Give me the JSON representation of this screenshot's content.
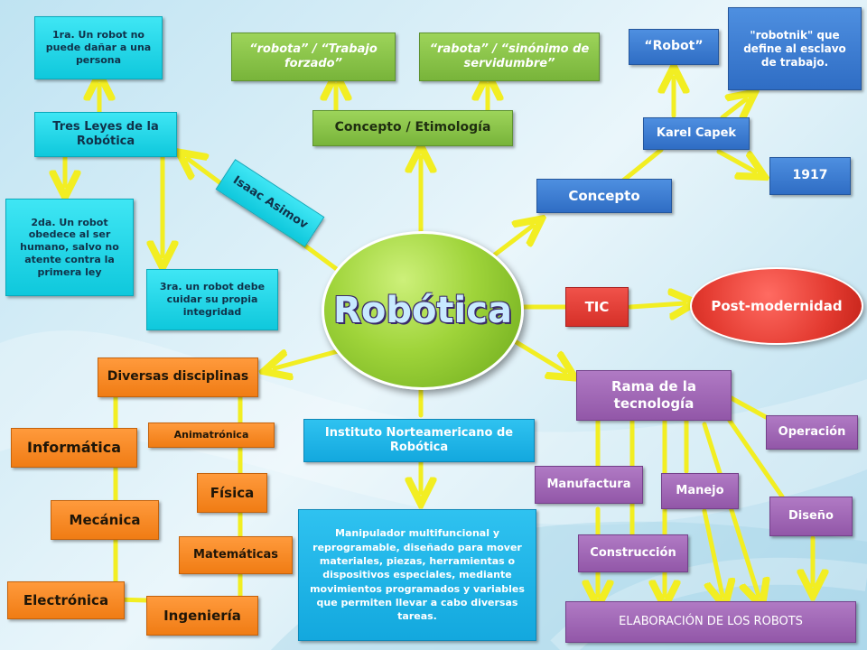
{
  "center": {
    "label": "Robótica"
  },
  "nodes": {
    "ley1": "1ra. Un robot no puede dañar a una persona",
    "tres_leyes": "Tres Leyes de la Robótica",
    "ley2": "2da. Un robot obedece al ser humano, salvo no atente contra la primera ley",
    "ley3": "3ra. un robot debe cuidar su propia integridad",
    "isaac": "Isaac Asimov",
    "robota_trabajo": "“robota” / “Trabajo forzado”",
    "rabota_servidumbre": "“rabota” / “sinónimo de servidumbre”",
    "concepto_etimologia": "Concepto / Etimología",
    "robot_word": "“Robot”",
    "robotnik": "\"robotnik\" que define al esclavo de trabajo.",
    "karel_capek": "Karel Capek",
    "year_1917": "1917",
    "concepto": "Concepto",
    "tic": "TIC",
    "post_modernidad": "Post-modernidad",
    "rama_tecnologia": "Rama de la tecnología",
    "operacion": "Operación",
    "manufactura": "Manufactura",
    "manejo": "Manejo",
    "diseno": "Diseño",
    "construccion": "Construcción",
    "elaboracion": "ELABORACIÓN DE LOS ROBOTS",
    "instituto": "Instituto Norteamericano de Robótica",
    "definicion": "Manipulador multifuncional y reprogramable, diseñado para mover materiales, piezas, herramientas o dispositivos especiales, mediante movimientos programados y variables que permiten llevar a cabo diversas tareas.",
    "diversas": "Diversas disciplinas",
    "informatica": "Informática",
    "animatronica": "Animatrónica",
    "fisica": "Física",
    "mecanica": "Mecánica",
    "matematicas": "Matemáticas",
    "electronica": "Electrónica",
    "ingenieria": "Ingeniería"
  },
  "colors": {
    "connector": "#f2ee22",
    "cyan": "#1fd6e8",
    "green": "#8cc84b",
    "blue": "#3d7fd6",
    "red": "#e0392f",
    "orange": "#f5871f",
    "purple": "#a06ab4",
    "sky": "#1ab4e6"
  }
}
